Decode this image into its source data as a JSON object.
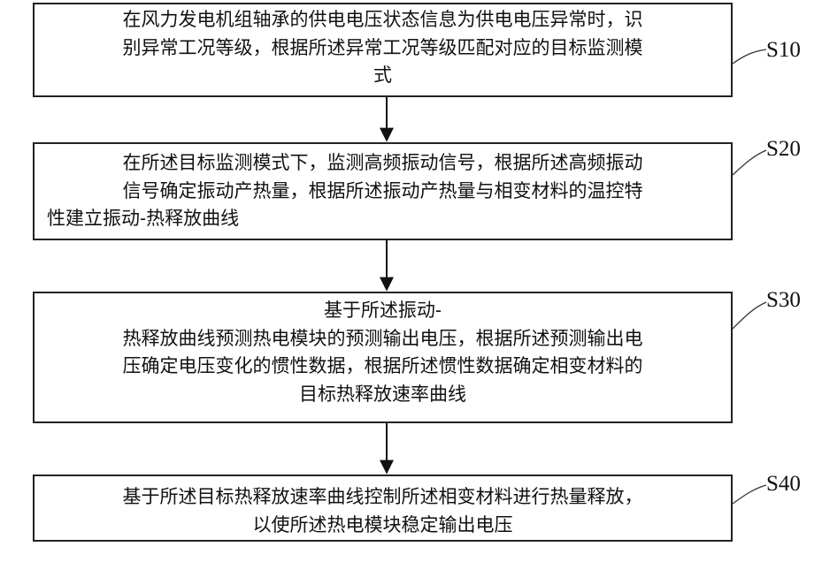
{
  "steps": [
    {
      "label": "S10",
      "lines": [
        "在风力发电机组轴承的供电电压状态信息为供电电压异常时，识",
        "别异常工况等级，根据所述异常工况等级匹配对应的目标监测模",
        "式"
      ]
    },
    {
      "label": "S20",
      "lines": [
        "在所述目标监测模式下，监测高频振动信号，根据所述高频振动",
        "信号确定振动产热量，根据所述振动产热量与相变材料的温控特",
        "性建立振动-热释放曲线"
      ]
    },
    {
      "label": "S30",
      "lines": [
        "基于所述振动-",
        "热释放曲线预测热电模块的预测输出电压，根据所述预测输出电",
        "压确定电压变化的惯性数据，根据所述惯性数据确定相变材料的",
        "目标热释放速率曲线"
      ]
    },
    {
      "label": "S40",
      "lines": [
        "基于所述目标热释放速率曲线控制所述相变材料进行热量释放，",
        "以使所述热电模块稳定输出电压"
      ]
    }
  ]
}
